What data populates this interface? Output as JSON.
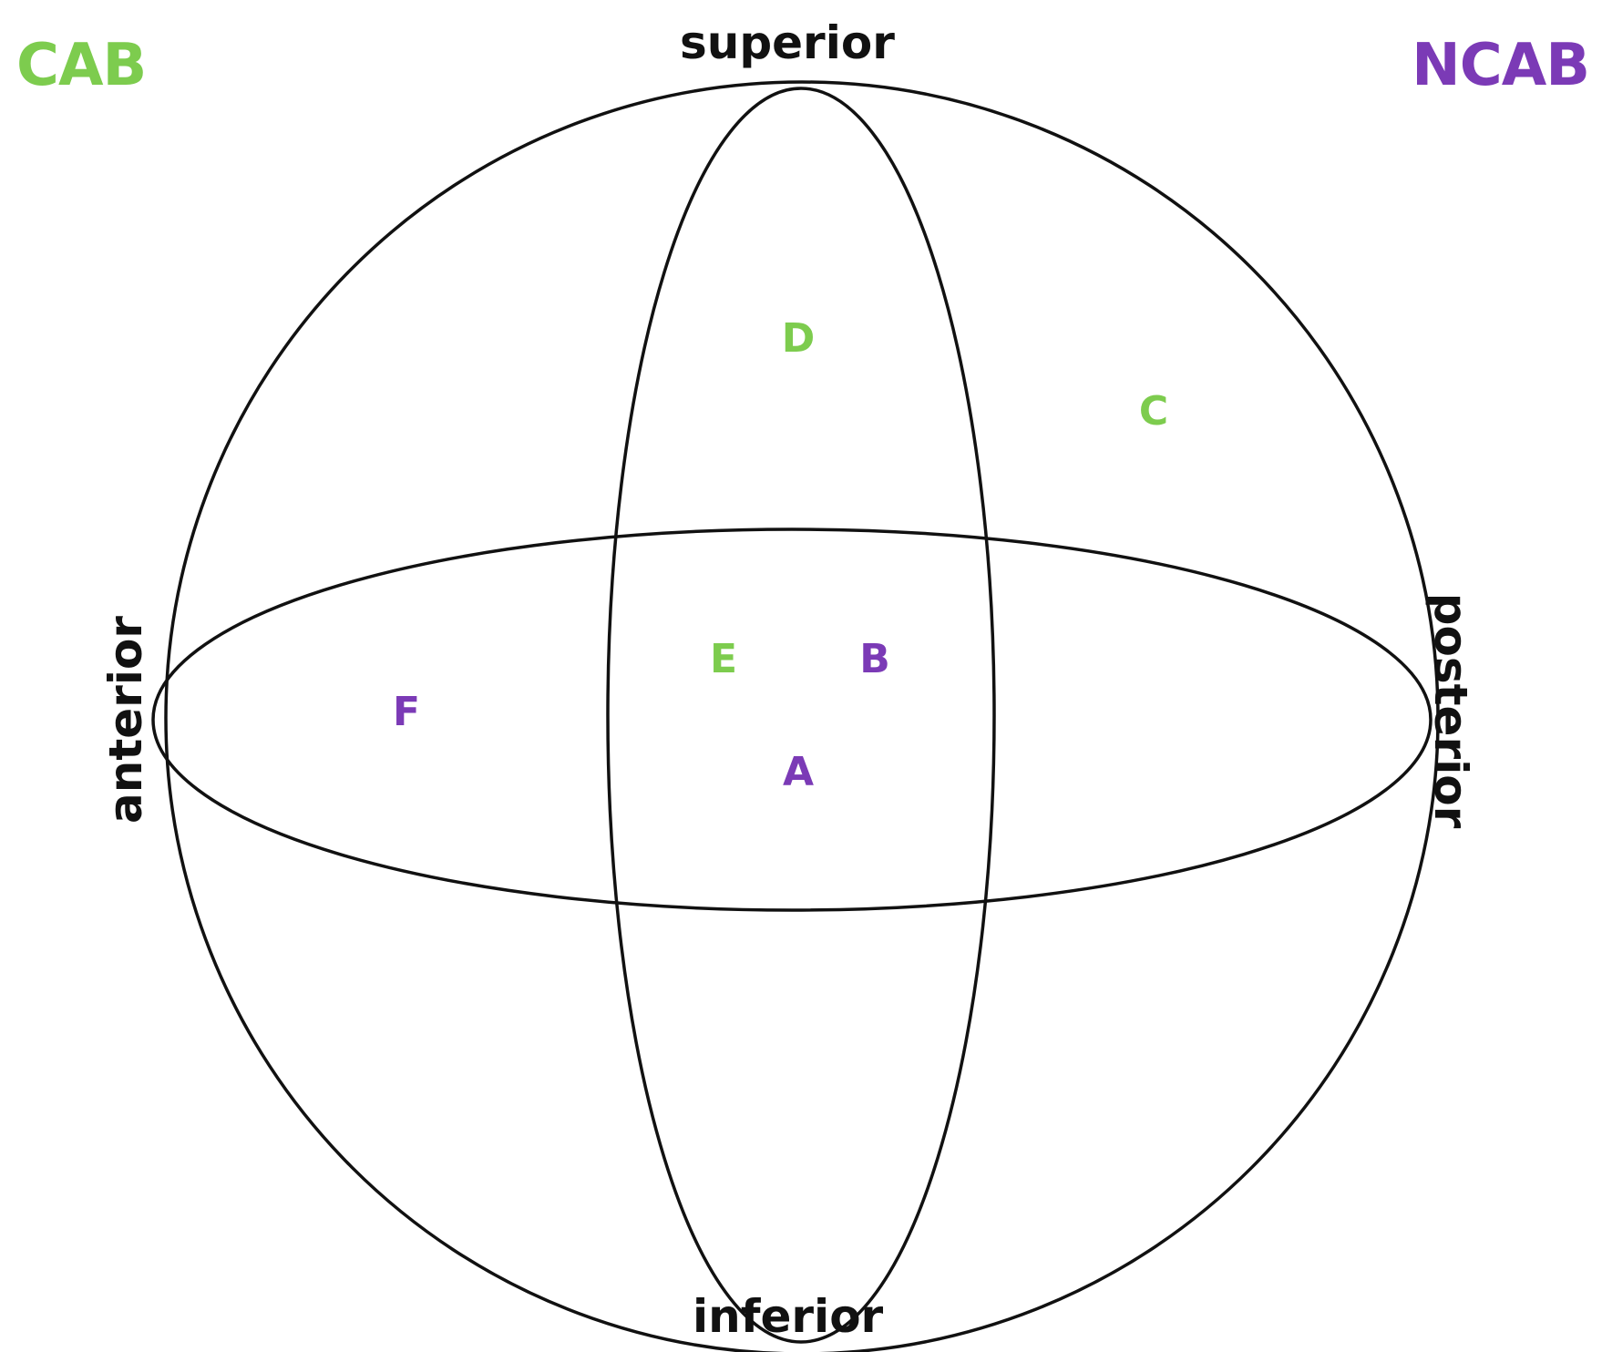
{
  "legend": {
    "cab": {
      "label": "CAB",
      "color": "#7dcc4e"
    },
    "ncab": {
      "label": "NCAB",
      "color": "#7b3ab6"
    }
  },
  "axes": {
    "superior": "superior",
    "inferior": "inferior",
    "anterior": "anterior",
    "posterior": "posterior"
  },
  "points": [
    {
      "label": "D",
      "group": "CAB"
    },
    {
      "label": "C",
      "group": "CAB"
    },
    {
      "label": "E",
      "group": "CAB"
    },
    {
      "label": "B",
      "group": "NCAB"
    },
    {
      "label": "F",
      "group": "NCAB"
    },
    {
      "label": "A",
      "group": "NCAB"
    }
  ]
}
